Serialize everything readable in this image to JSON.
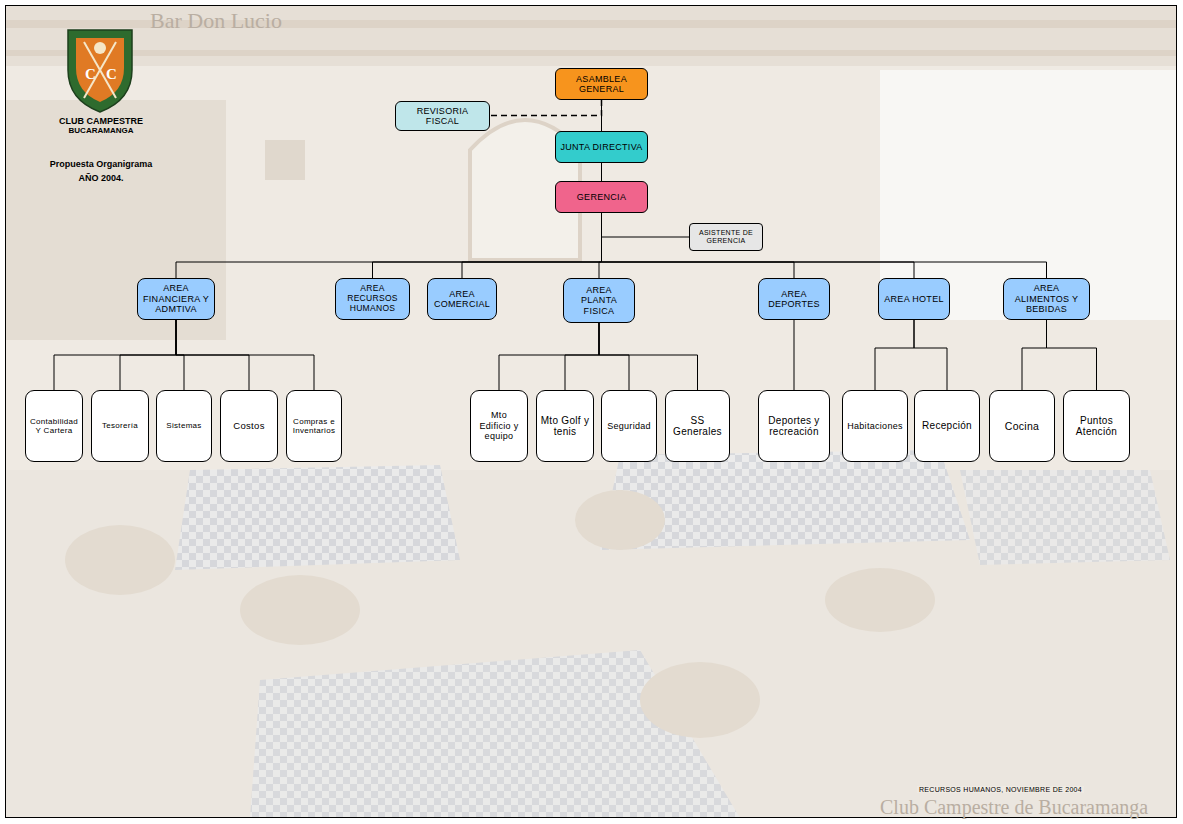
{
  "diagram": {
    "title": "Propuesta Organigrama",
    "caption": "RECURSOS HUMANOS, NOVIEMBRE DE 2004",
    "nodes": [
      {
        "text": [
          "ASAMBLEA GENERAL"
        ]
      },
      {
        "text": [
          "REVISORIA FISCAL"
        ]
      },
      {
        "text": [
          "JUNTA DIRECTIVA"
        ]
      },
      {
        "text": [
          "GERENCIA"
        ]
      },
      {
        "text": [
          "ASISTENTE DE GERENCIA"
        ]
      },
      {
        "text": [
          "AREA FINANCIERA Y ADMTIVA"
        ]
      },
      {
        "text": [
          "AREA RECURSOS HUMANOS"
        ]
      },
      {
        "text": [
          "AREA COMERCIAL"
        ]
      },
      {
        "text": [
          "AREA PLANTA FISICA"
        ]
      },
      {
        "text": [
          "AREA DEPORTES"
        ]
      },
      {
        "text": [
          "AREA HOTEL"
        ]
      },
      {
        "text": [
          "AREA ALIMENTOS Y BEBIDAS"
        ]
      },
      {
        "text": [
          "Contabilidad Y Cartera"
        ]
      },
      {
        "text": [
          "Tesorería"
        ]
      },
      {
        "text": [
          "Sistemas"
        ]
      },
      {
        "text": [
          "Costos"
        ]
      },
      {
        "text": [
          "Compras e Inventarios"
        ]
      },
      {
        "text": [
          "Mto Edificio y equipo"
        ]
      },
      {
        "text": [
          "Mto Golf y tenis"
        ]
      },
      {
        "text": [
          "Seguridad"
        ]
      },
      {
        "text": [
          "SS Generales"
        ]
      },
      {
        "text": [
          "Deportes y recreación"
        ]
      },
      {
        "text": [
          "Habitaciones"
        ]
      },
      {
        "text": [
          "Recepción"
        ]
      },
      {
        "text": [
          "Cocina"
        ]
      },
      {
        "text": [
          "Puntos Atención"
        ]
      }
    ],
    "edges": [
      {
        "from": 0,
        "to": 2,
        "arrow": "none"
      },
      {
        "from": 0,
        "to": 1,
        "arrow": "none"
      },
      {
        "from": 2,
        "to": 3,
        "arrow": "none"
      },
      {
        "from": 3,
        "to": 4,
        "arrow": "none"
      },
      {
        "from": 3,
        "to": 5,
        "arrow": "none"
      },
      {
        "from": 3,
        "to": 6,
        "arrow": "none"
      },
      {
        "from": 3,
        "to": 7,
        "arrow": "none"
      },
      {
        "from": 3,
        "to": 8,
        "arrow": "none"
      },
      {
        "from": 3,
        "to": 9,
        "arrow": "none"
      },
      {
        "from": 3,
        "to": 10,
        "arrow": "none"
      },
      {
        "from": 3,
        "to": 11,
        "arrow": "none"
      },
      {
        "from": 5,
        "to": 12,
        "arrow": "none"
      },
      {
        "from": 5,
        "to": 13,
        "arrow": "none"
      },
      {
        "from": 5,
        "to": 14,
        "arrow": "none"
      },
      {
        "from": 5,
        "to": 15,
        "arrow": "none"
      },
      {
        "from": 5,
        "to": 16,
        "arrow": "none"
      },
      {
        "from": 8,
        "to": 17,
        "arrow": "none"
      },
      {
        "from": 8,
        "to": 18,
        "arrow": "none"
      },
      {
        "from": 8,
        "to": 19,
        "arrow": "none"
      },
      {
        "from": 8,
        "to": 20,
        "arrow": "none"
      },
      {
        "from": 9,
        "to": 21,
        "arrow": "none"
      },
      {
        "from": 10,
        "to": 22,
        "arrow": "none"
      },
      {
        "from": 10,
        "to": 23,
        "arrow": "none"
      },
      {
        "from": 11,
        "to": 24,
        "arrow": "none"
      },
      {
        "from": 11,
        "to": 25,
        "arrow": "none"
      }
    ],
    "labels": [
      "Bar Don Lucio",
      "C",
      "C",
      "CLUB CAMPESTRE",
      "BUCARAMANGA",
      "AÑO 2004.",
      "Club Campestre de Bucaramanga"
    ]
  }
}
